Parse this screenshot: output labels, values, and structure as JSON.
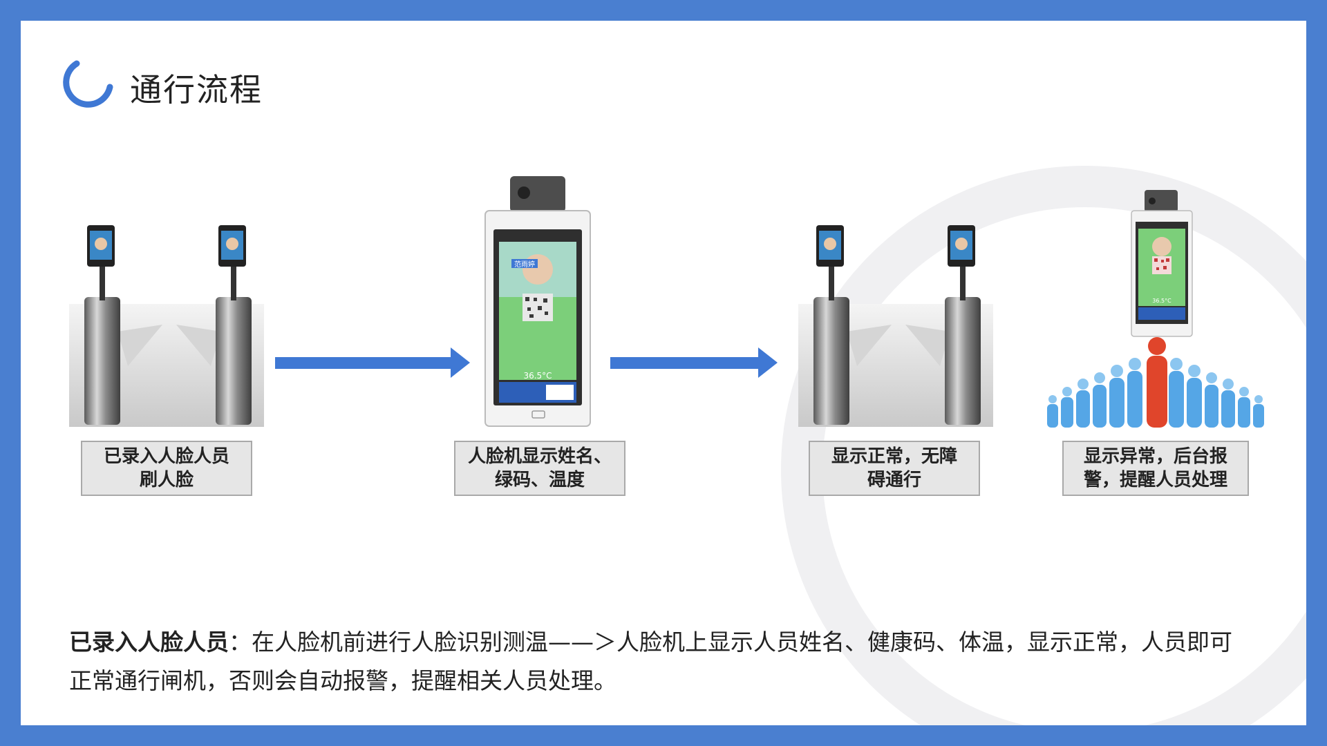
{
  "slide": {
    "title": "通行流程",
    "accent_color": "#4a7fd0"
  },
  "steps": [
    {
      "caption": "已录入人脸人员\n刷人脸",
      "image": "turnstile-gate-icon"
    },
    {
      "caption": "人脸机显示姓名、\n绿码、温度",
      "image": "face-terminal-icon",
      "screen_name": "范雨婷",
      "temperature": "36.5°C"
    },
    {
      "caption": "显示正常，无障\n碍通行",
      "image": "turnstile-gate-icon"
    },
    {
      "caption": "显示异常，后台报\n警，提醒人员处理",
      "image": "terminal-crowd-icon",
      "temperature": "36.5°C"
    }
  ],
  "description": {
    "lead": "已录入人脸人员",
    "text": "：在人脸机前进行人脸识别测温——＞人脸机上显示人员姓名、健康码、体温，显示正常，人员即可正常通行闸机，否则会自动报警，提醒相关人员处理。"
  }
}
